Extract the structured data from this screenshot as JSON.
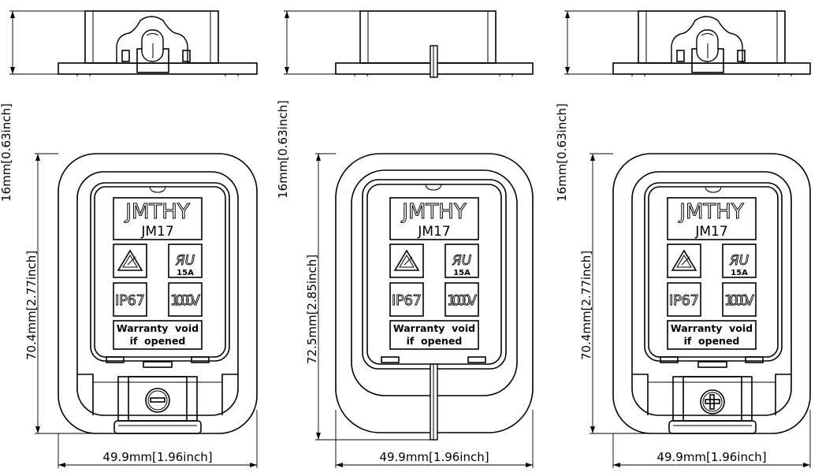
{
  "views": [
    {
      "dim_height": "16mm[0.63inch]",
      "dim_body": "70.4mm[2.77inch]",
      "dim_width": "49.9mm[1.96inch]",
      "brand": "JMTHY",
      "model": "JM17",
      "rating_current": "15A",
      "ip_rating": "IP67",
      "voltage": "1000V",
      "warning_line1": "Warranty  void",
      "warning_line2": "if  opened",
      "polarity": "negative"
    },
    {
      "dim_height": "16mm[0.63inch]",
      "dim_body": "72.5mm[2.85inch]",
      "dim_width": "49.9mm[1.96inch]",
      "brand": "JMTHY",
      "model": "JM17",
      "rating_current": "15A",
      "ip_rating": "IP67",
      "voltage": "1000V",
      "warning_line1": "Warranty  void",
      "warning_line2": "if  opened",
      "polarity": "none"
    },
    {
      "dim_height": "16mm[0.63inch]",
      "dim_body": "70.4mm[2.77inch]",
      "dim_width": "49.9mm[1.96inch]",
      "brand": "JMTHY",
      "model": "JM17",
      "rating_current": "15A",
      "ip_rating": "IP67",
      "voltage": "1000V",
      "warning_line1": "Warranty  void",
      "warning_line2": "if  opened",
      "polarity": "positive"
    }
  ],
  "icons": [
    "warning-triangle-icon",
    "ul-recognized-icon",
    "minus-terminal-icon",
    "plus-terminal-icon"
  ]
}
